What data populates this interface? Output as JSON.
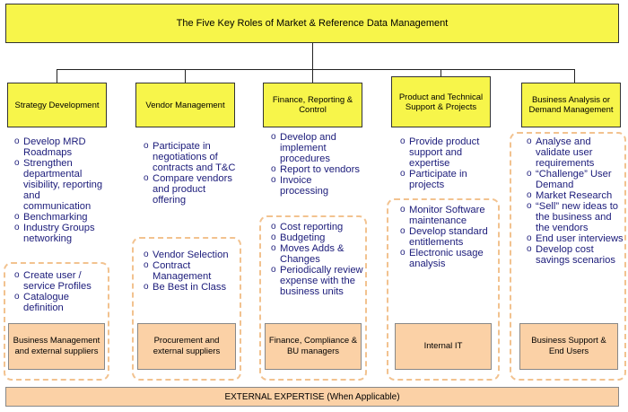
{
  "title": "The Five Key Roles of Market & Reference Data Management",
  "roles": [
    {
      "label": "Strategy Development",
      "items": [
        "Develop MRD Roadmaps",
        "Strengthen departmental visibility, reporting and communication",
        "Benchmarking",
        "Industry Groups networking"
      ],
      "items2": [
        "Create user / service Profiles",
        "Catalogue definition"
      ],
      "group": "Business Management and external suppliers"
    },
    {
      "label": "Vendor Management",
      "items": [
        "Participate in negotiations of contracts and T&C",
        "Compare vendors and product offering"
      ],
      "items2": [
        "Vendor Selection",
        "Contract Management",
        "Be Best in Class"
      ],
      "group": "Procurement and external suppliers"
    },
    {
      "label": "Finance, Reporting & Control",
      "items": [
        "Develop and implement procedures",
        "Report to vendors",
        "Invoice processing"
      ],
      "items2": [
        "Cost reporting",
        "Budgeting",
        "Moves Adds & Changes",
        "Periodically review expense with the business units"
      ],
      "group": "Finance, Compliance & BU managers"
    },
    {
      "label": "Product and Technical Support & Projects",
      "items": [
        "Provide product support and expertise",
        "Participate in projects"
      ],
      "items2": [
        "Monitor Software maintenance",
        "Develop standard entitlements",
        "Electronic usage analysis"
      ],
      "group": "Internal IT"
    },
    {
      "label": "Business Analysis or Demand Management",
      "items": [
        "Analyse and validate user requirements",
        "“Challenge” User Demand",
        "Market Research",
        "“Sell” new ideas to the business and the vendors",
        "End user interviews",
        "Develop cost savings scenarios"
      ],
      "items2": [],
      "group": "Business Support & End Users"
    }
  ],
  "footer": "EXTERNAL EXPERTISE (When Applicable)",
  "colors": {
    "header_fill": "#f7f54a",
    "group_fill": "#fbd1a6",
    "dash": "#f2c28f",
    "text": "#1b1b7a"
  }
}
